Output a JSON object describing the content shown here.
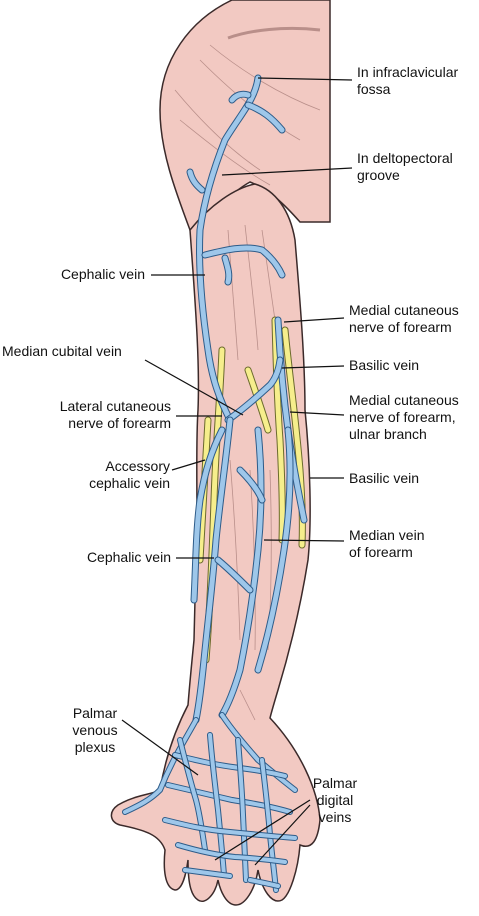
{
  "colors": {
    "skin": "#f2c9c2",
    "skin_outline": "#3b2a2a",
    "muscle_line": "#b98f8a",
    "vein": "#9ec7ea",
    "vein_outline": "#2e5c89",
    "nerve": "#f6ee8c",
    "nerve_outline": "#6b6a2c",
    "leader": "#111111"
  },
  "labels": {
    "infraclavicular": [
      "In infraclavicular",
      "fossa"
    ],
    "deltopectoral": [
      "In deltopectoral",
      "groove"
    ],
    "cephalic_upper": [
      "Cephalic vein"
    ],
    "medial_cutaneous": [
      "Medial cutaneous",
      "nerve of forearm"
    ],
    "median_cubital": [
      "Median cubital vein"
    ],
    "basilic_upper": [
      "Basilic vein"
    ],
    "lateral_cutaneous": [
      "Lateral cutaneous",
      "nerve of forearm"
    ],
    "medial_cutaneous_ulnar": [
      "Medial cutaneous",
      "nerve of forearm,",
      "ulnar branch"
    ],
    "accessory_cephalic": [
      "Accessory",
      "cephalic vein"
    ],
    "basilic_lower": [
      "Basilic vein"
    ],
    "cephalic_lower": [
      "Cephalic vein"
    ],
    "median_forearm": [
      "Median vein",
      "of forearm"
    ],
    "palmar_plexus": [
      "Palmar",
      "venous",
      "plexus"
    ],
    "palmar_digital": [
      "Palmar",
      "digital",
      "veins"
    ]
  }
}
